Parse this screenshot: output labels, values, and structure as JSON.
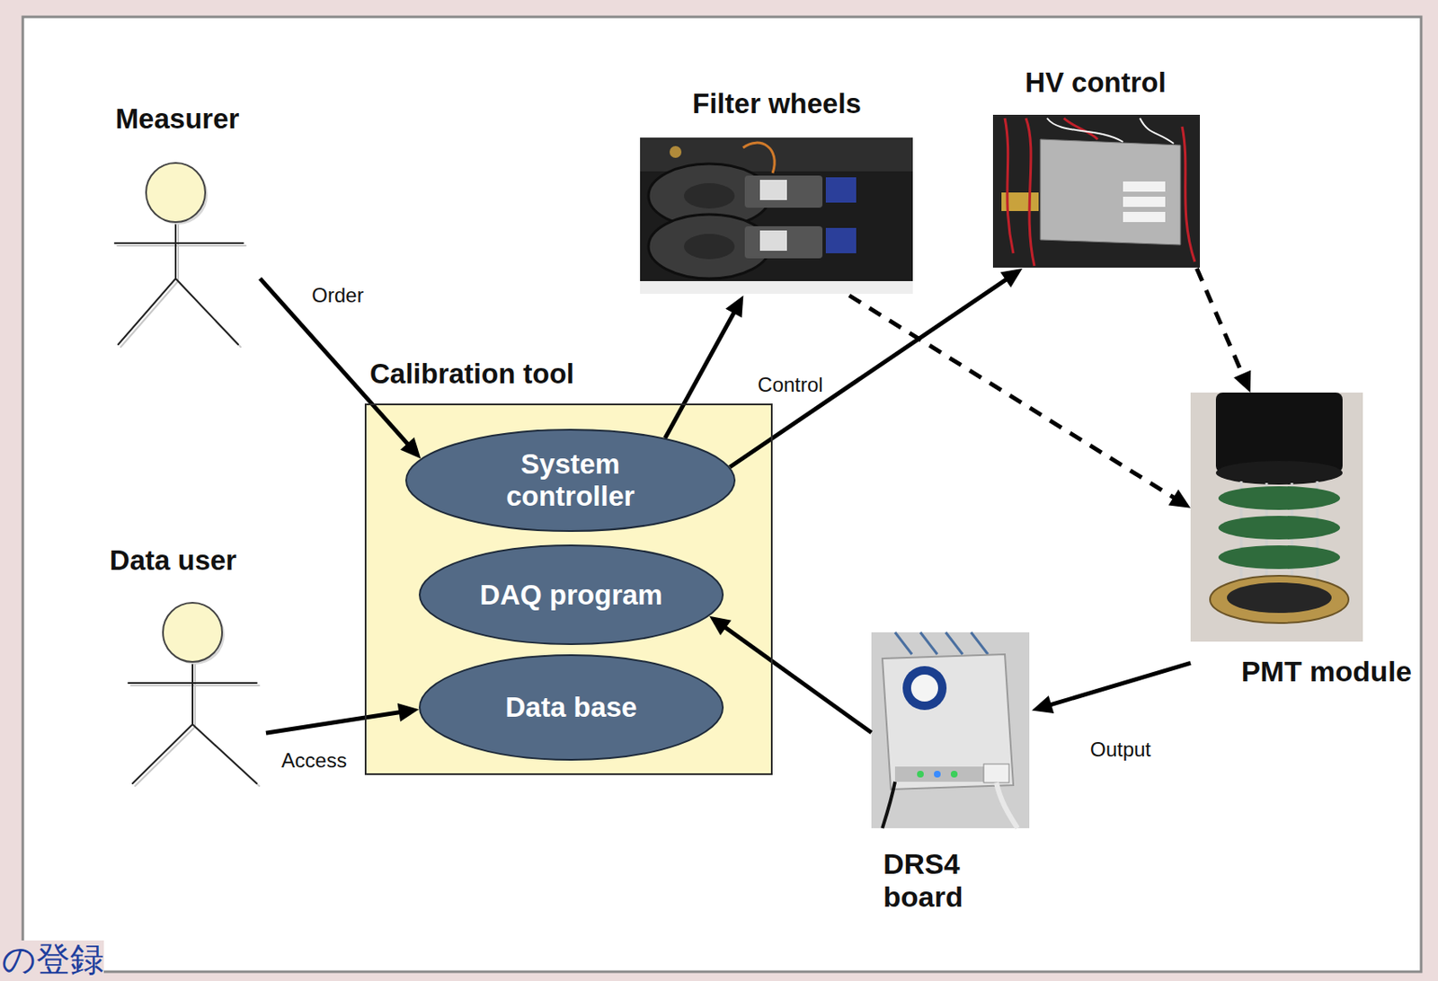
{
  "diagram": {
    "nodes": [
      {
        "text": [
          "Measurer"
        ]
      },
      {
        "text": [
          "Filter wheels"
        ]
      },
      {
        "text": [
          "HV control"
        ]
      },
      {
        "text": [
          "Calibration tool"
        ]
      },
      {
        "text": [
          "System controller"
        ],
        "in": 3
      },
      {
        "text": [
          "DAQ program"
        ],
        "in": 3
      },
      {
        "text": [
          "Data base"
        ],
        "in": 3
      },
      {
        "text": [
          "PMT module"
        ]
      },
      {
        "text": [
          "Data user"
        ]
      },
      {
        "text": [
          "DRS4 board"
        ]
      }
    ],
    "edges": [
      {
        "from": 0,
        "to": 4,
        "label": "Order",
        "arrow": "to"
      },
      {
        "from": 4,
        "to": 1,
        "arrow": "to"
      },
      {
        "from": 4,
        "to": 2,
        "label": "Control",
        "arrow": "to"
      },
      {
        "from": 1,
        "to": 7,
        "arrow": "to"
      },
      {
        "from": 2,
        "to": 7,
        "arrow": "to"
      },
      {
        "from": 7,
        "to": 9,
        "label": "Output",
        "arrow": "to"
      },
      {
        "from": 9,
        "to": 5,
        "arrow": "to"
      },
      {
        "from": 8,
        "to": 6,
        "label": "Access",
        "arrow": "to"
      }
    ],
    "labels": [
      "の登録"
    ]
  }
}
